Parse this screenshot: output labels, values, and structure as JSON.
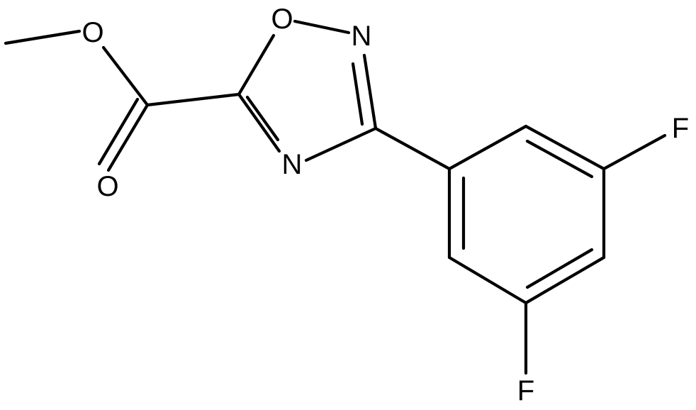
{
  "structure": {
    "atoms": {
      "o_ether": "O",
      "o_carbonyl": "O",
      "o_ring": "O",
      "n_ring_2": "N",
      "n_ring_4": "N",
      "f_top": "F",
      "f_bottom": "F"
    },
    "colors": {
      "bond": "#000000",
      "label": "#000000",
      "background": "#ffffff"
    }
  }
}
